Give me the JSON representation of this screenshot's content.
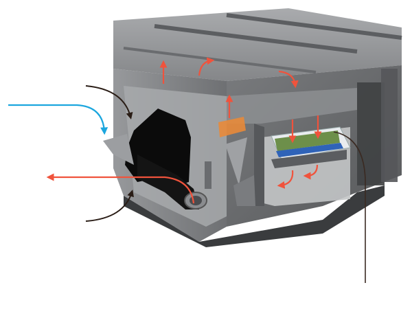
{
  "colors": {
    "background": "#ffffff",
    "housing": "#7d7f82",
    "housing_dark": "#4a4c4f",
    "cutaway": "#b9bbbd",
    "fan_black": "#0b0b0b",
    "hot_air": "#f0533c",
    "cold_air": "#1ba6de",
    "outside_air": "#2a1d16",
    "leader_line": "#3a2a22",
    "coil_green": "#6d8f4a",
    "coil_blue": "#2f63b8",
    "filter_orange": "#e8893a"
  },
  "icons": {
    "hot_air": "red-flow-arrow",
    "cold_air": "blue-flow-arrow",
    "outside_air": "dark-flow-arrow"
  }
}
